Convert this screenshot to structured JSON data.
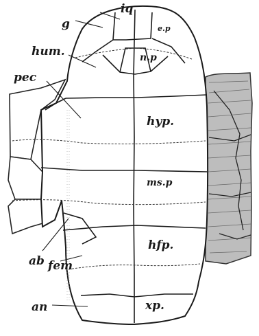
{
  "labels": {
    "iq": "iq",
    "g": "g",
    "ep": "e.p",
    "np": "n.p",
    "hum": "hum.",
    "pec": "pec",
    "hyp": "hyp.",
    "msp": "ms.p",
    "hfp": "hfp.",
    "ab": "ab",
    "fem": "fem",
    "an": "an",
    "xp": "xp."
  }
}
